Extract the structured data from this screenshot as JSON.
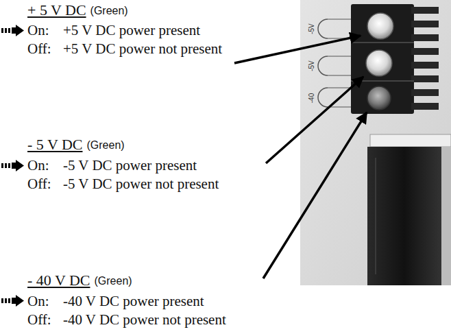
{
  "diagram": {
    "labels": [
      "+ 5 V DC",
      "(Green)",
      "On:",
      "+5 V DC power present",
      "Off:",
      "+5 V DC power not present",
      "- 5 V DC",
      "(Green)",
      "On:",
      "-5 V DC power present",
      "Off:",
      "-5 V DC power not present",
      "- 40 V DC",
      "(Green)",
      "On:",
      "-40 V DC power present",
      "Off:",
      "-40 V DC power not present",
      "-5V",
      "-5V",
      "-40"
    ]
  }
}
